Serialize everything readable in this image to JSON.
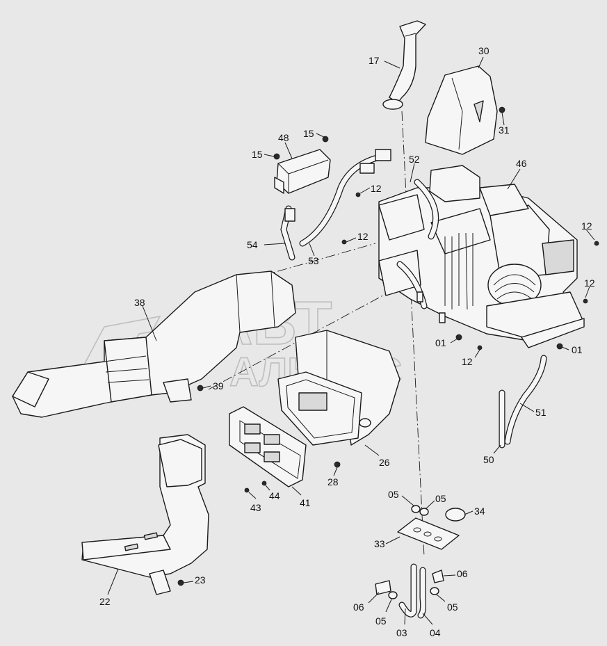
{
  "watermark": {
    "line1": "АВТ",
    "line2": "АЛЬЯНС"
  },
  "callouts": {
    "c17": "17",
    "c30": "30",
    "c31": "31",
    "c48": "48",
    "c15a": "15",
    "c15b": "15",
    "c52": "52",
    "c46": "46",
    "c12a": "12",
    "c12b": "12",
    "c12c": "12",
    "c12d": "12",
    "c12e": "12",
    "c54": "54",
    "c53": "53",
    "c38": "38",
    "c39": "39",
    "c01a": "01",
    "c01b": "01",
    "c51": "51",
    "c50": "50",
    "c26": "26",
    "c28": "28",
    "c41": "41",
    "c43": "43",
    "c44": "44",
    "c22": "22",
    "c23": "23",
    "c05a": "05",
    "c05b": "05",
    "c05c": "05",
    "c05d": "05",
    "c34": "34",
    "c33": "33",
    "c06a": "06",
    "c06b": "06",
    "c03": "03",
    "c04": "04"
  }
}
